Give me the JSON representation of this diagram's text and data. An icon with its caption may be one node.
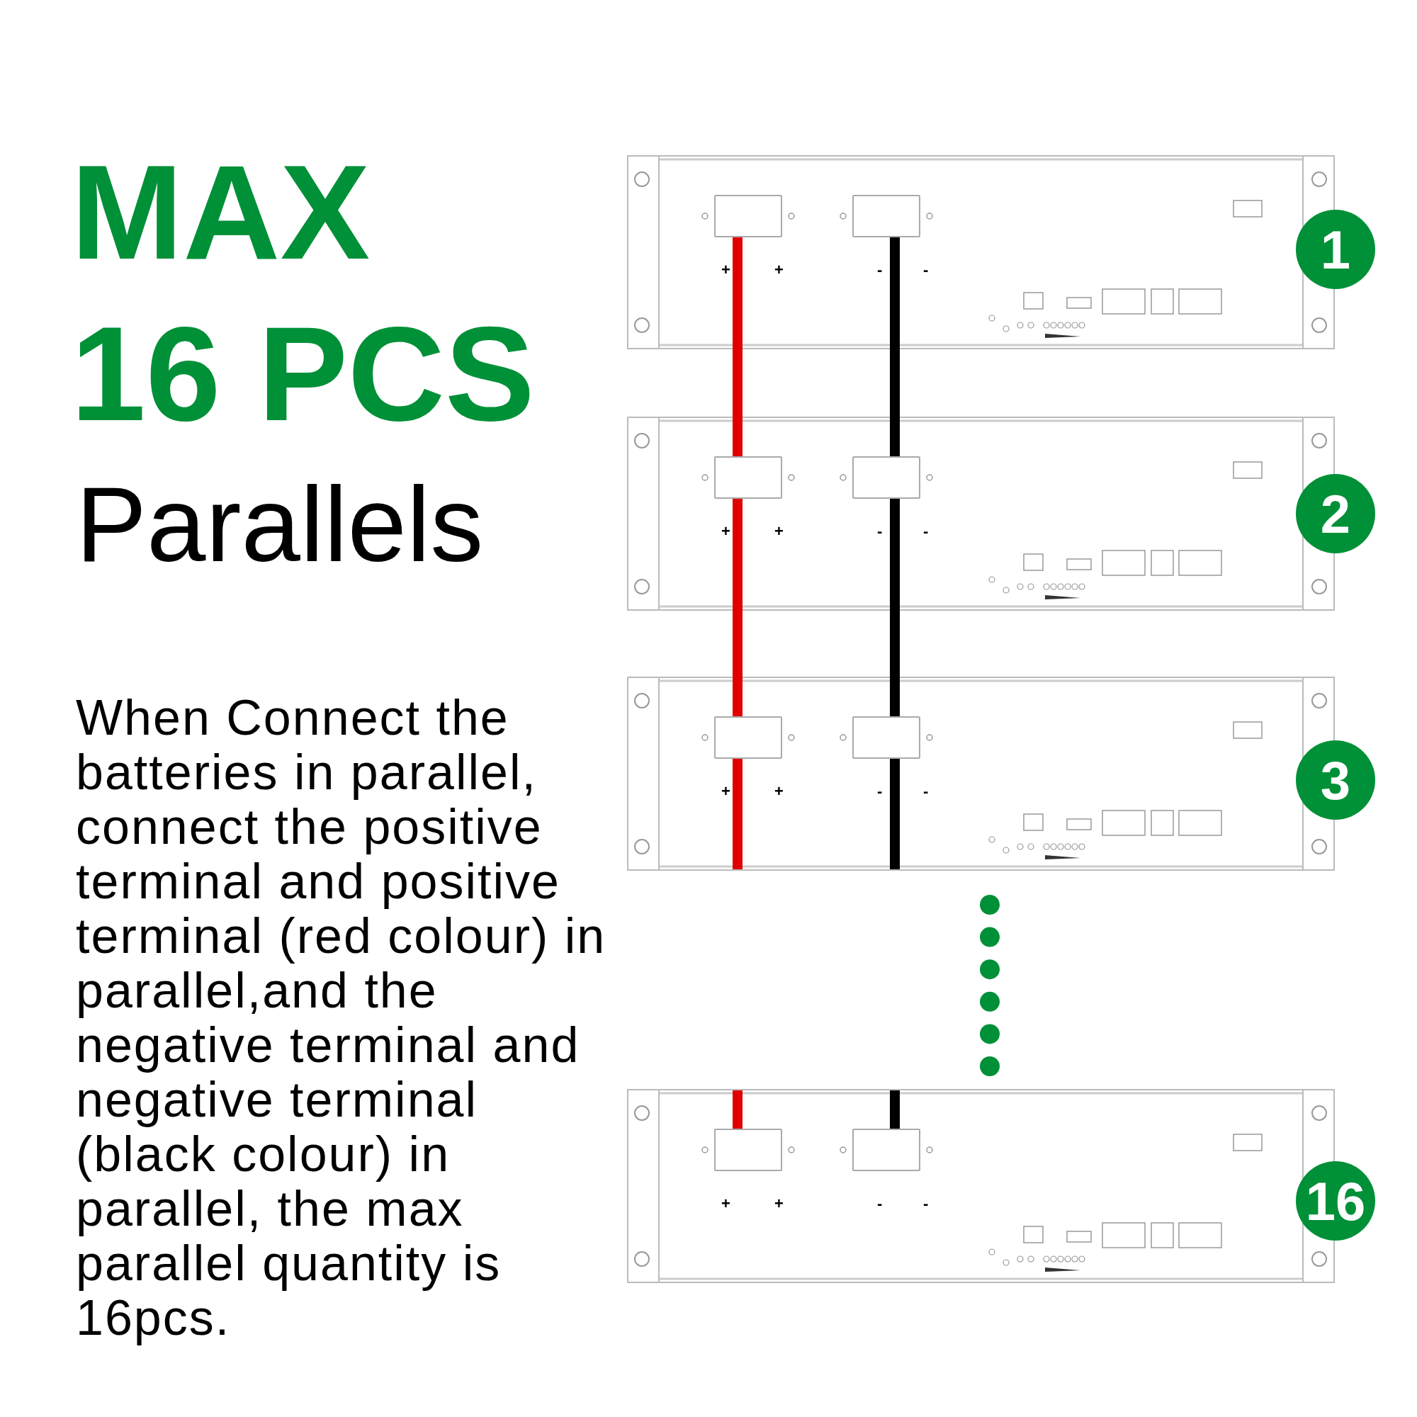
{
  "diagram": {
    "title": "MAX 16 PCS",
    "nodes": [
      {
        "text": [],
        "shape": "box"
      },
      {
        "text": [],
        "shape": "box",
        "in": 0,
        "beside": [
          "+",
          "+"
        ]
      },
      {
        "text": [],
        "shape": "box",
        "in": 0,
        "beside": [
          "-",
          "-"
        ]
      },
      {
        "text": [
          "1"
        ]
      },
      {
        "text": [],
        "shape": "box"
      },
      {
        "text": [],
        "shape": "box",
        "in": 4,
        "beside": [
          "+",
          "+"
        ]
      },
      {
        "text": [],
        "shape": "box",
        "in": 4,
        "beside": [
          "-",
          "-"
        ]
      },
      {
        "text": [
          "2"
        ]
      },
      {
        "text": [],
        "shape": "box"
      },
      {
        "text": [],
        "shape": "box",
        "in": 8,
        "beside": [
          "+",
          "+"
        ]
      },
      {
        "text": [],
        "shape": "box",
        "in": 8,
        "beside": [
          "-",
          "-"
        ]
      },
      {
        "text": [
          "3"
        ]
      },
      {
        "text": [],
        "shape": "box"
      },
      {
        "text": [],
        "shape": "box",
        "in": 12,
        "beside": [
          "+",
          "+"
        ]
      },
      {
        "text": [],
        "shape": "box",
        "in": 12,
        "beside": [
          "-",
          "-"
        ]
      },
      {
        "text": [
          "16"
        ]
      }
    ],
    "edges": [
      {
        "from": 1,
        "to": 5,
        "arrow": "none",
        "color": "#e00000"
      },
      {
        "from": 5,
        "to": 9,
        "arrow": "none",
        "color": "#e00000"
      },
      {
        "from": 9,
        "to": null,
        "arrow": "none",
        "color": "#e00000"
      },
      {
        "from": null,
        "to": 13,
        "arrow": "none",
        "color": "#e00000"
      },
      {
        "from": 2,
        "to": 6,
        "arrow": "none",
        "color": "#000000"
      },
      {
        "from": 6,
        "to": 10,
        "arrow": "none",
        "color": "#000000"
      },
      {
        "from": 10,
        "to": null,
        "arrow": "none",
        "color": "#000000"
      },
      {
        "from": null,
        "to": 14,
        "arrow": "none",
        "color": "#000000"
      }
    ],
    "labels": [
      "Parallels",
      "When Connect the batteries in parallel, connect the positive terminal and positive terminal (red colour) in parallel,and the negative terminal and negative terminal (black colour) in parallel, the max parallel quantity is 16pcs."
    ]
  }
}
